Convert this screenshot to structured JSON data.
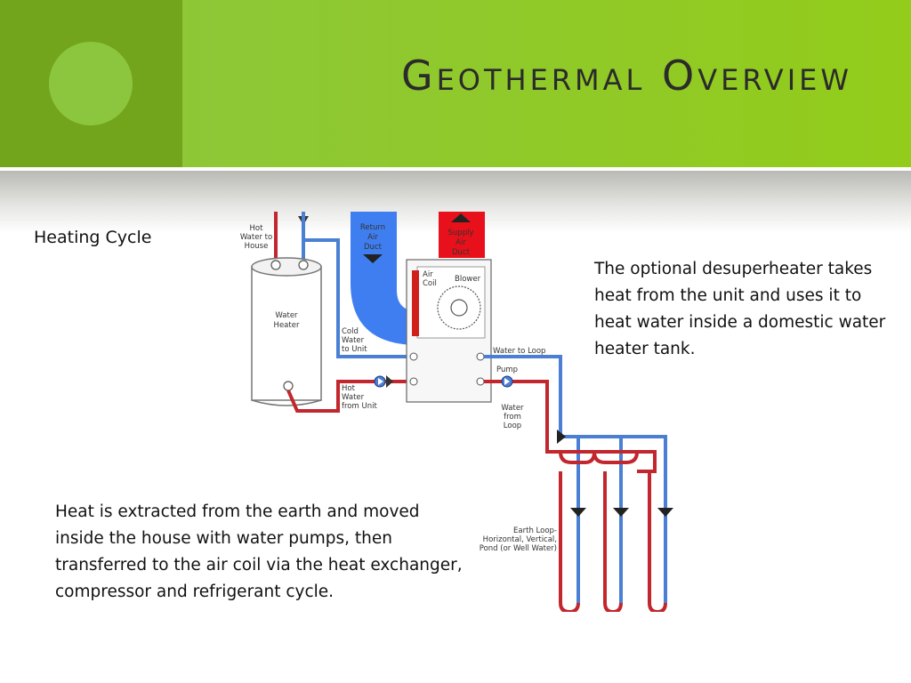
{
  "slide": {
    "title": "Geothermal Overview",
    "caption": "Heating Cycle",
    "description_right": "The optional desuperheater takes heat from the unit and uses it to heat water inside a domestic water heater tank.",
    "description_bottom": "Heat is extracted from the earth and moved inside the house with water pumps, then  transferred to the air coil via the heat exchanger, compressor and refrigerant cycle."
  },
  "diagram": {
    "labels": {
      "hot_water_to_house": [
        "Hot",
        "Water to",
        "House"
      ],
      "water_heater": [
        "Water",
        "Heater"
      ],
      "return_air_duct": [
        "Return",
        "Air",
        "Duct"
      ],
      "supply_air_duct": [
        "Supply",
        "Air",
        "Duct"
      ],
      "air_coil": [
        "Air",
        "Coil"
      ],
      "blower": "Blower",
      "cold_water_to_unit": [
        "Cold",
        "Water",
        "to Unit"
      ],
      "hot_water_from_unit": [
        "Hot",
        "Water",
        "from Unit"
      ],
      "water_to_loop": "Water to Loop",
      "pump": "Pump",
      "water_from_loop": [
        "Water",
        "from",
        "Loop"
      ],
      "earth_loop": [
        "Earth Loop-",
        "Horizontal, Vertical,",
        "Pond (or Well Water)"
      ]
    }
  },
  "colors": {
    "header_green": "#8cc63e",
    "header_dark_green": "#72a51b",
    "hot_pipe": "#c1272d",
    "cold_pipe": "#4a7fd4",
    "duct_blue": "#3f7ef0",
    "duct_red": "#e8101a"
  }
}
